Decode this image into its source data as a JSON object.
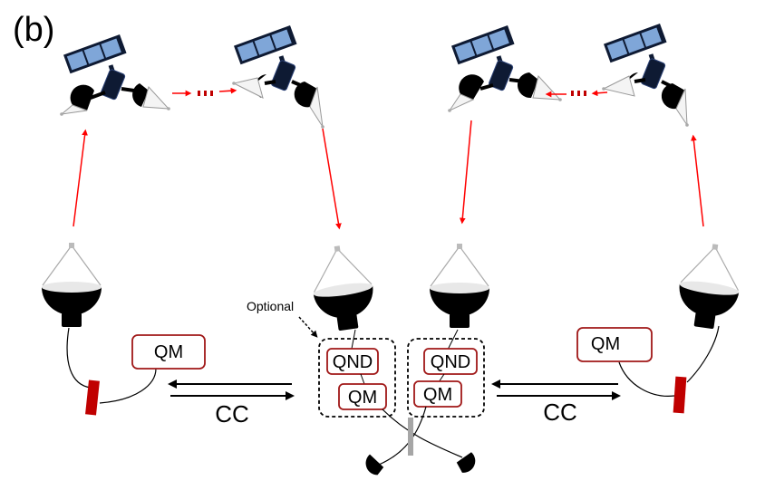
{
  "figure": {
    "panel_label": "(b)",
    "colors": {
      "link_red": "#ff0000",
      "box_border": "#a01818",
      "blocker": "#c00000",
      "solar_panel": "#7fa6d8",
      "satellite_body": "#0e1a33",
      "splitter": "#a6a6a6"
    }
  },
  "satellites": {
    "left_chain": [
      {
        "name": "satellite-1"
      },
      {
        "name": "satellite-2"
      }
    ],
    "right_chain": [
      {
        "name": "satellite-3"
      },
      {
        "name": "satellite-4"
      }
    ],
    "inter_satellite_ellipsis": "..."
  },
  "ground_stations": [
    {
      "name": "ground-station-left"
    },
    {
      "name": "ground-station-center-left"
    },
    {
      "name": "ground-station-center-right"
    },
    {
      "name": "ground-station-right"
    }
  ],
  "boxes": {
    "left_qm": "QM",
    "right_qm": "QM",
    "center_left_qnd": "QND",
    "center_left_qm": "QM",
    "center_right_qnd": "QND",
    "center_right_qm": "QM"
  },
  "labels": {
    "optional": "Optional",
    "cc_left": "CC",
    "cc_right": "CC"
  }
}
